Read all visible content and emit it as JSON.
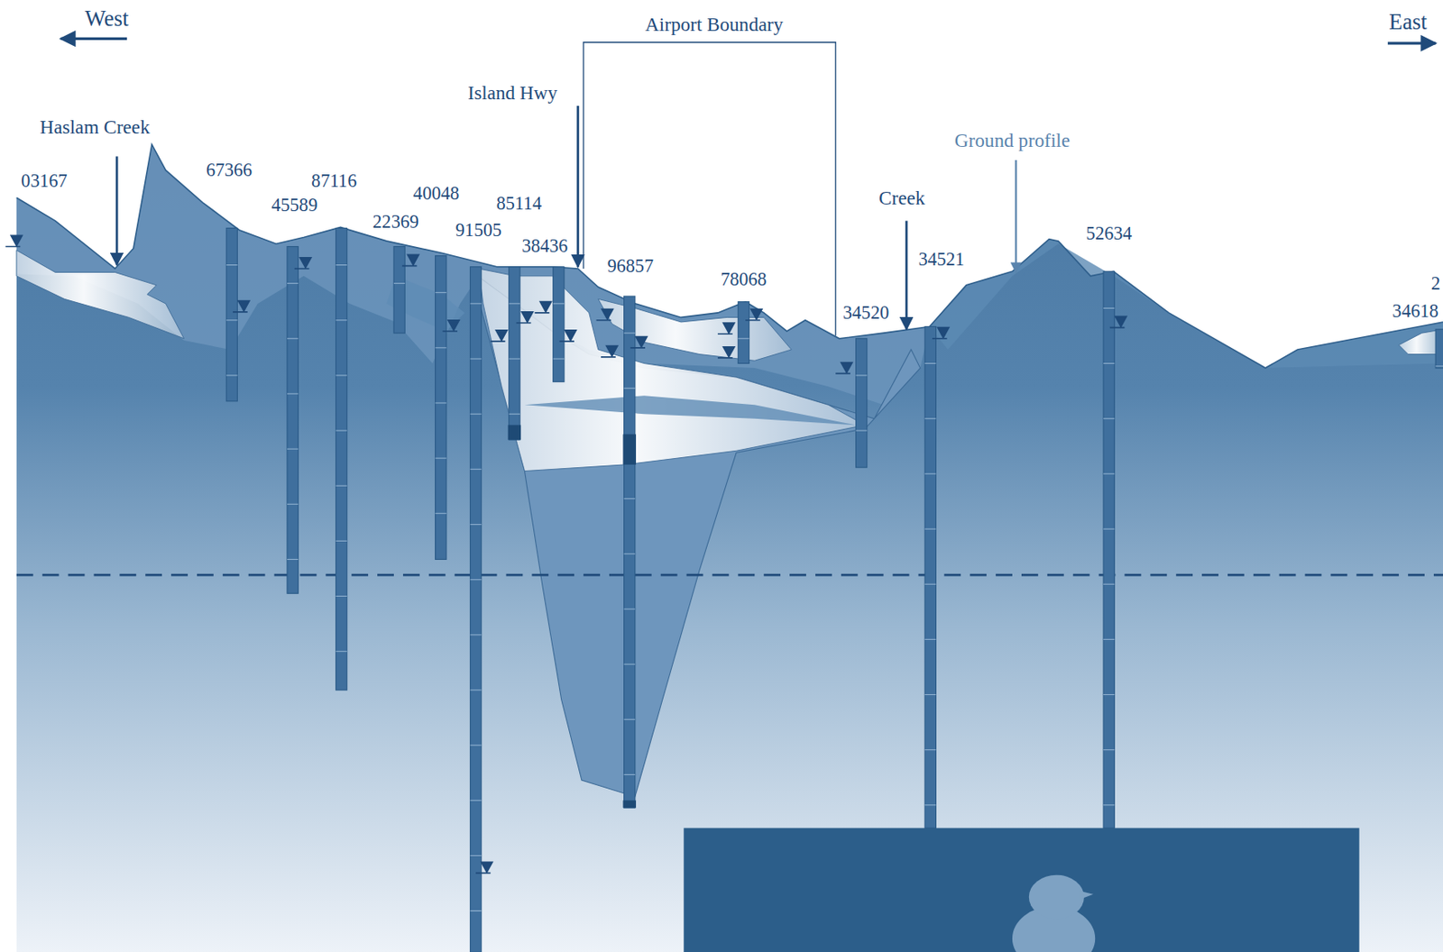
{
  "diagram": {
    "labels": [
      "West",
      "East",
      "Airport Boundary",
      "Island Hwy",
      "Haslam Creek",
      "Creek",
      "Ground profile",
      "03167",
      "67366",
      "87116",
      "45589",
      "40048",
      "22369",
      "85114",
      "91505",
      "38436",
      "96857",
      "78068",
      "34520",
      "34521",
      "52634",
      "34618",
      "2"
    ]
  }
}
